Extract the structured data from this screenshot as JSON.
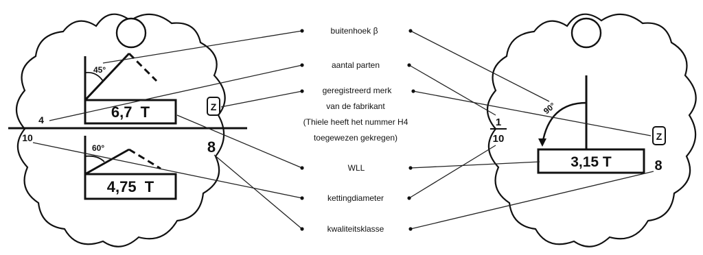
{
  "labels": {
    "outer_angle": "buitenhoek β",
    "legs": "aantal parten",
    "registered_mark": [
      "geregistreerd merk",
      "van de fabrikant",
      "(Thiele heeft het nummer H4",
      "toegewezen gekregen)"
    ],
    "wll": "WLL",
    "chain_diameter": "kettingdiameter",
    "grade": "kwaliteitsklasse"
  },
  "left_tag": {
    "upper": {
      "angle": "45°",
      "wll": "6,7  T",
      "legs": "4"
    },
    "lower": {
      "angle": "60°",
      "wll": "4,75  T",
      "diameter": "10"
    },
    "maker_mark": "Z",
    "grade": "8"
  },
  "right_tag": {
    "angle": "90°",
    "wll": "3,15 T",
    "legs_fraction": {
      "numerator": "1",
      "denominator": "10"
    },
    "maker_mark": "Z",
    "grade": "8"
  },
  "colors": {
    "ink": "#111111",
    "background": "#ffffff"
  }
}
